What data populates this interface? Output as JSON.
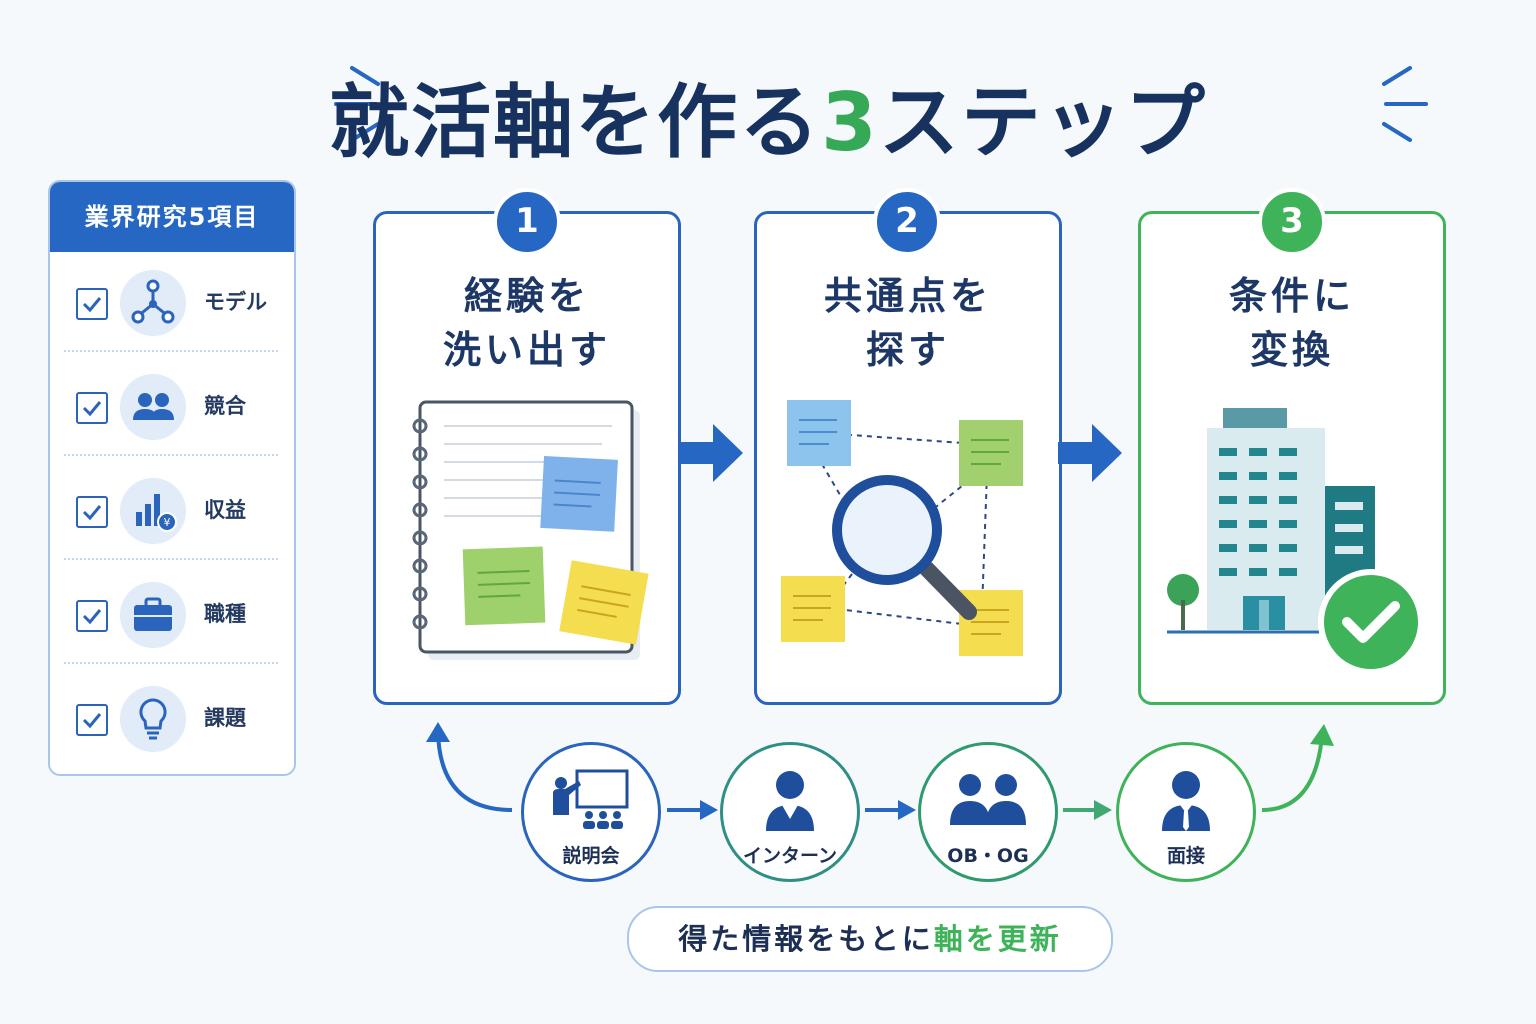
{
  "title": {
    "main": "就活軸を作る",
    "number": "3",
    "suffix": "ステップ"
  },
  "sidebar": {
    "heading": "業界研究5項目",
    "items": [
      {
        "label": "モデル",
        "icon": "network-icon"
      },
      {
        "label": "競合",
        "icon": "people-icon"
      },
      {
        "label": "収益",
        "icon": "bar-chart-yen-icon"
      },
      {
        "label": "職種",
        "icon": "briefcase-icon"
      },
      {
        "label": "課題",
        "icon": "lightbulb-icon"
      }
    ]
  },
  "steps": [
    {
      "number": "1",
      "line1": "経験を",
      "line2": "洗い出す"
    },
    {
      "number": "2",
      "line1": "共通点を",
      "line2": "探す"
    },
    {
      "number": "3",
      "line1": "条件に",
      "line2": "変換"
    }
  ],
  "flow": [
    {
      "label": "説明会"
    },
    {
      "label": "インターン"
    },
    {
      "label": "OB・OG"
    },
    {
      "label": "面接"
    }
  ],
  "footer": {
    "prefix": "得た情報をもとに",
    "highlight": "軸を更新"
  },
  "colors": {
    "navy": "#17325f",
    "blue": "#2567c3",
    "green": "#3fb35a"
  }
}
